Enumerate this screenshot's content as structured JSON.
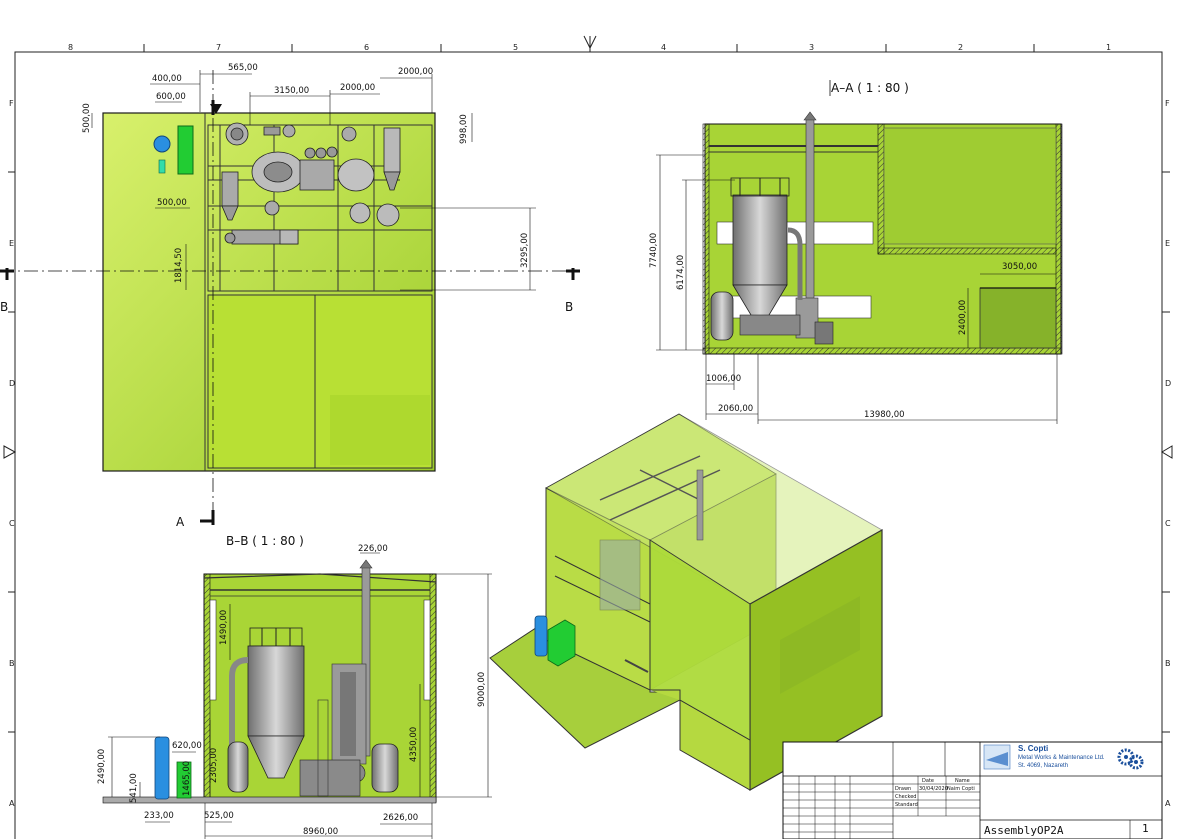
{
  "zones": {
    "columns": [
      "8",
      "7",
      "6",
      "5",
      "4",
      "3",
      "2",
      "1"
    ],
    "rows": [
      "F",
      "E",
      "D",
      "C",
      "B",
      "A"
    ]
  },
  "plan": {
    "dims": [
      "565,00",
      "400,00",
      "600,00",
      "500,00",
      "3150,00",
      "2000,00",
      "2000,00",
      "998,00",
      "500,00",
      "1814,50",
      "3295,00"
    ],
    "section_marks": [
      "B",
      "B",
      "A"
    ]
  },
  "section_aa": {
    "title": "A–A ( 1 : 80 )",
    "dims": [
      "7740,00",
      "6174,00",
      "3050,00",
      "2400,00",
      "1006,00",
      "2060,00",
      "13980,00"
    ]
  },
  "section_bb": {
    "title": "B–B ( 1 : 80 )",
    "dims": [
      "226,00",
      "1490,00",
      "9000,00",
      "4350,00",
      "2305,00",
      "2490,00",
      "620,00",
      "1465,00",
      "541,00",
      "233,00",
      "525,00",
      "2626,00",
      "8960,00"
    ]
  },
  "title_block": {
    "company": "S. Copti",
    "company_line2": "Metal Works & Maintenance Ltd.",
    "company_line3": "St. 4069, Nazareth",
    "date_header": "Date",
    "name_header": "Name",
    "rows": [
      "Drawn",
      "Checked",
      "Standard"
    ],
    "drawn_date": "30/04/2020",
    "drawn_name": "Naim Copti",
    "drawing_name": "AssemblyOP2A",
    "sheet": "1"
  },
  "colors": {
    "fill_green": "#b5dc3a",
    "light_green": "#d6ee6a",
    "dark_green": "#8cb625",
    "outline": "#1a1a1a",
    "equipment_gray": "#9a9a9a",
    "tank_blue": "#2a8fe0",
    "panel_green": "#22cc33"
  }
}
